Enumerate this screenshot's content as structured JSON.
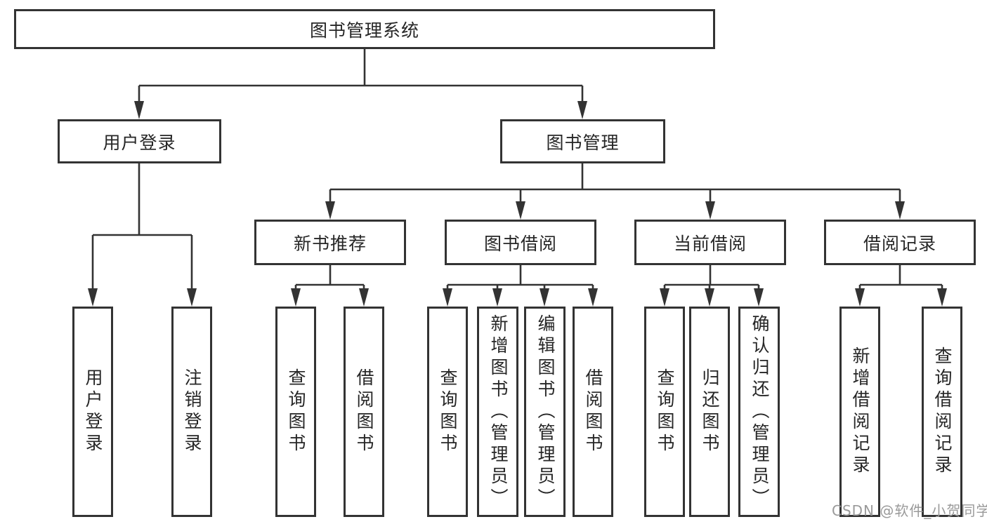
{
  "colors": {
    "line": "#333333",
    "text": "#262626",
    "watermark": "#9a9a9a",
    "background": "#ffffff"
  },
  "watermark": {
    "text": "CSDN @软件_小贺同学"
  },
  "diagram": {
    "root": {
      "label": "图书管理系统"
    },
    "branches": [
      {
        "label": "用户登录",
        "children": [
          {
            "label": "用户登录"
          },
          {
            "label": "注销登录"
          }
        ]
      },
      {
        "label": "图书管理",
        "children": [
          {
            "label": "新书推荐",
            "children": [
              {
                "label": "查询图书"
              },
              {
                "label": "借阅图书"
              }
            ]
          },
          {
            "label": "图书借阅",
            "children": [
              {
                "label": "查询图书"
              },
              {
                "label": "新增图书（管理员）"
              },
              {
                "label": "编辑图书（管理员）"
              },
              {
                "label": "借阅图书"
              }
            ]
          },
          {
            "label": "当前借阅",
            "children": [
              {
                "label": "查询图书"
              },
              {
                "label": "归还图书"
              },
              {
                "label": "确认归还（管理员）"
              }
            ]
          },
          {
            "label": "借阅记录",
            "children": [
              {
                "label": "新增借阅记录"
              },
              {
                "label": "查询借阅记录"
              }
            ]
          }
        ]
      }
    ]
  }
}
